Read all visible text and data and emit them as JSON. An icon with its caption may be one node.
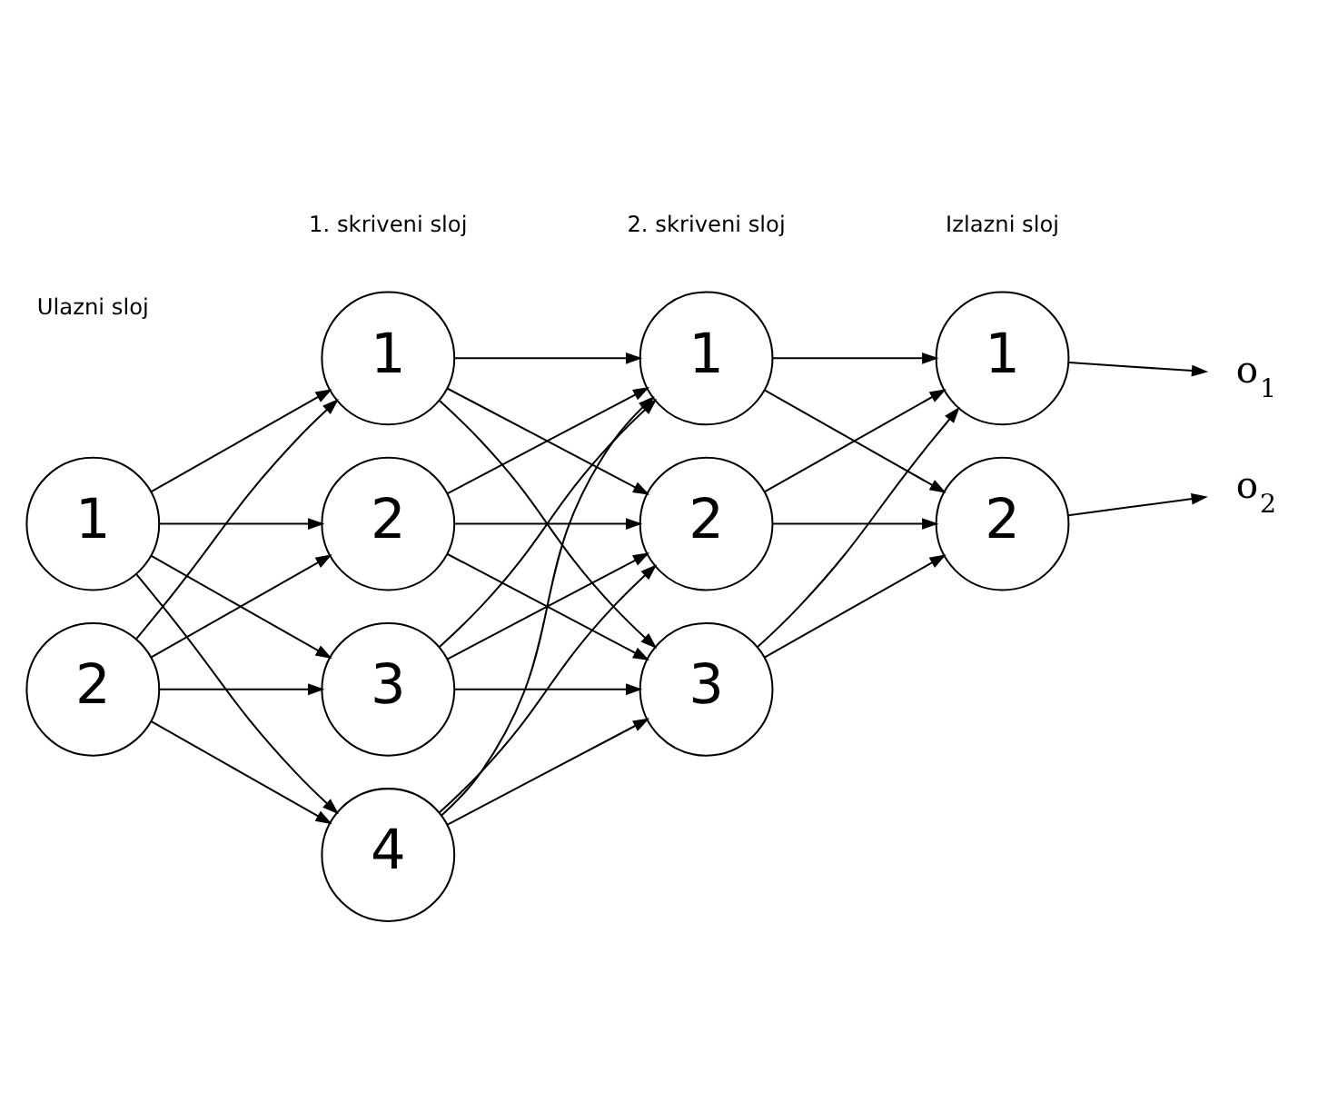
{
  "diagram": {
    "nodes": [
      {
        "text": [
          "1"
        ]
      },
      {
        "text": [
          "2"
        ]
      },
      {
        "text": [
          "1"
        ]
      },
      {
        "text": [
          "2"
        ]
      },
      {
        "text": [
          "3"
        ]
      },
      {
        "text": [
          "4"
        ]
      },
      {
        "text": [
          "1"
        ]
      },
      {
        "text": [
          "2"
        ]
      },
      {
        "text": [
          "3"
        ]
      },
      {
        "text": [
          "1"
        ]
      },
      {
        "text": [
          "2"
        ]
      },
      {
        "text": [
          "o$_{1}$"
        ]
      },
      {
        "text": [
          "o$_{2}$"
        ]
      }
    ],
    "edges": [
      {
        "from": 0,
        "to": 2,
        "arrow": "to"
      },
      {
        "from": 0,
        "to": 3,
        "arrow": "to"
      },
      {
        "from": 0,
        "to": 4,
        "arrow": "to"
      },
      {
        "from": 0,
        "to": 5,
        "arrow": "to"
      },
      {
        "from": 1,
        "to": 2,
        "arrow": "to"
      },
      {
        "from": 1,
        "to": 3,
        "arrow": "to"
      },
      {
        "from": 1,
        "to": 4,
        "arrow": "to"
      },
      {
        "from": 1,
        "to": 5,
        "arrow": "to"
      },
      {
        "from": 2,
        "to": 6,
        "arrow": "to"
      },
      {
        "from": 2,
        "to": 7,
        "arrow": "to"
      },
      {
        "from": 2,
        "to": 8,
        "arrow": "to"
      },
      {
        "from": 3,
        "to": 6,
        "arrow": "to"
      },
      {
        "from": 3,
        "to": 7,
        "arrow": "to"
      },
      {
        "from": 3,
        "to": 8,
        "arrow": "to"
      },
      {
        "from": 4,
        "to": 6,
        "arrow": "to"
      },
      {
        "from": 4,
        "to": 7,
        "arrow": "to"
      },
      {
        "from": 4,
        "to": 8,
        "arrow": "to"
      },
      {
        "from": 5,
        "to": 6,
        "arrow": "to"
      },
      {
        "from": 5,
        "to": 7,
        "arrow": "to"
      },
      {
        "from": 5,
        "to": 8,
        "arrow": "to"
      },
      {
        "from": 6,
        "to": 9,
        "arrow": "to"
      },
      {
        "from": 6,
        "to": 10,
        "arrow": "to"
      },
      {
        "from": 7,
        "to": 9,
        "arrow": "to"
      },
      {
        "from": 7,
        "to": 10,
        "arrow": "to"
      },
      {
        "from": 8,
        "to": 9,
        "arrow": "to"
      },
      {
        "from": 8,
        "to": 10,
        "arrow": "to"
      },
      {
        "from": 9,
        "to": 11,
        "arrow": "to"
      },
      {
        "from": 10,
        "to": 12,
        "arrow": "to"
      }
    ],
    "labels": [
      "Ulazni sloj",
      "1. skriveni sloj",
      "2. skriveni sloj",
      "Izlazni sloj"
    ]
  }
}
